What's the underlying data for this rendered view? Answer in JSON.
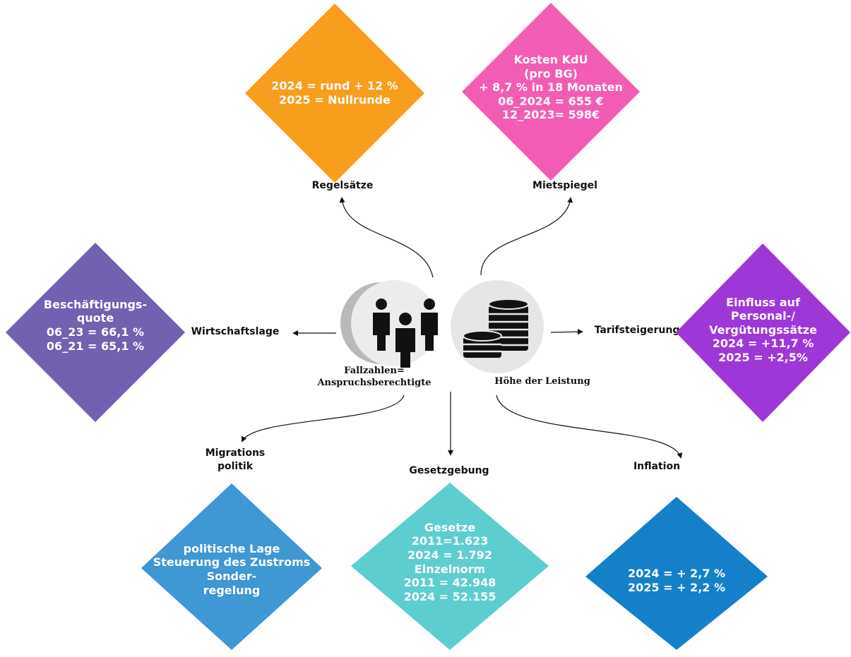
{
  "center": {
    "left_label_lines": [
      "Fallzahlen=",
      "Anspruchsberechtigte"
    ],
    "right_label": "Höhe der Leistung"
  },
  "nodes": {
    "regelsaetze": {
      "label": "Regelsätze",
      "color": "#F99D1C",
      "lines": [
        "2024 = rund + 12 %",
        "2025 = Nullrunde"
      ]
    },
    "mietspiegel": {
      "label": "Mietspiegel",
      "color": "#F25CB5",
      "lines": [
        "Kosten KdU",
        "(pro BG)",
        "+ 8,7 % in 18 Monaten",
        "06_2024 = 655 €",
        "12_2023= 598€"
      ]
    },
    "wirtschaftslage": {
      "label": "Wirtschaftslage",
      "color": "#7260B0",
      "lines": [
        "Beschäftigungs-",
        "quote",
        "06_23 = 66,1 %",
        "06_21 = 65,1 %"
      ]
    },
    "tarifsteigerung": {
      "label": "Tarifsteigerung",
      "color": "#9E37D8",
      "lines": [
        "Einfluss auf",
        "Personal-/",
        "Vergütungssätze",
        "2024 = +11,7 %",
        "2025 = +2,5%"
      ]
    },
    "migration": {
      "label_lines": [
        "Migrations",
        "politik"
      ],
      "color": "#3F97D4",
      "lines": [
        "politische Lage",
        "Steuerung des Zustroms",
        "Sonder-",
        "regelung"
      ]
    },
    "gesetzgebung": {
      "label": "Gesetzgebung",
      "color": "#5ECDD0",
      "lines": [
        "Gesetze",
        "2011=1.623",
        "2024 = 1.792",
        "Einzelnorm",
        "2011 = 42.948",
        "2024 = 52.155"
      ]
    },
    "inflation": {
      "label": "Inflation",
      "color": "#1580C9",
      "lines": [
        "2024 = + 2,7 %",
        "2025 = + 2,2 %"
      ]
    }
  }
}
